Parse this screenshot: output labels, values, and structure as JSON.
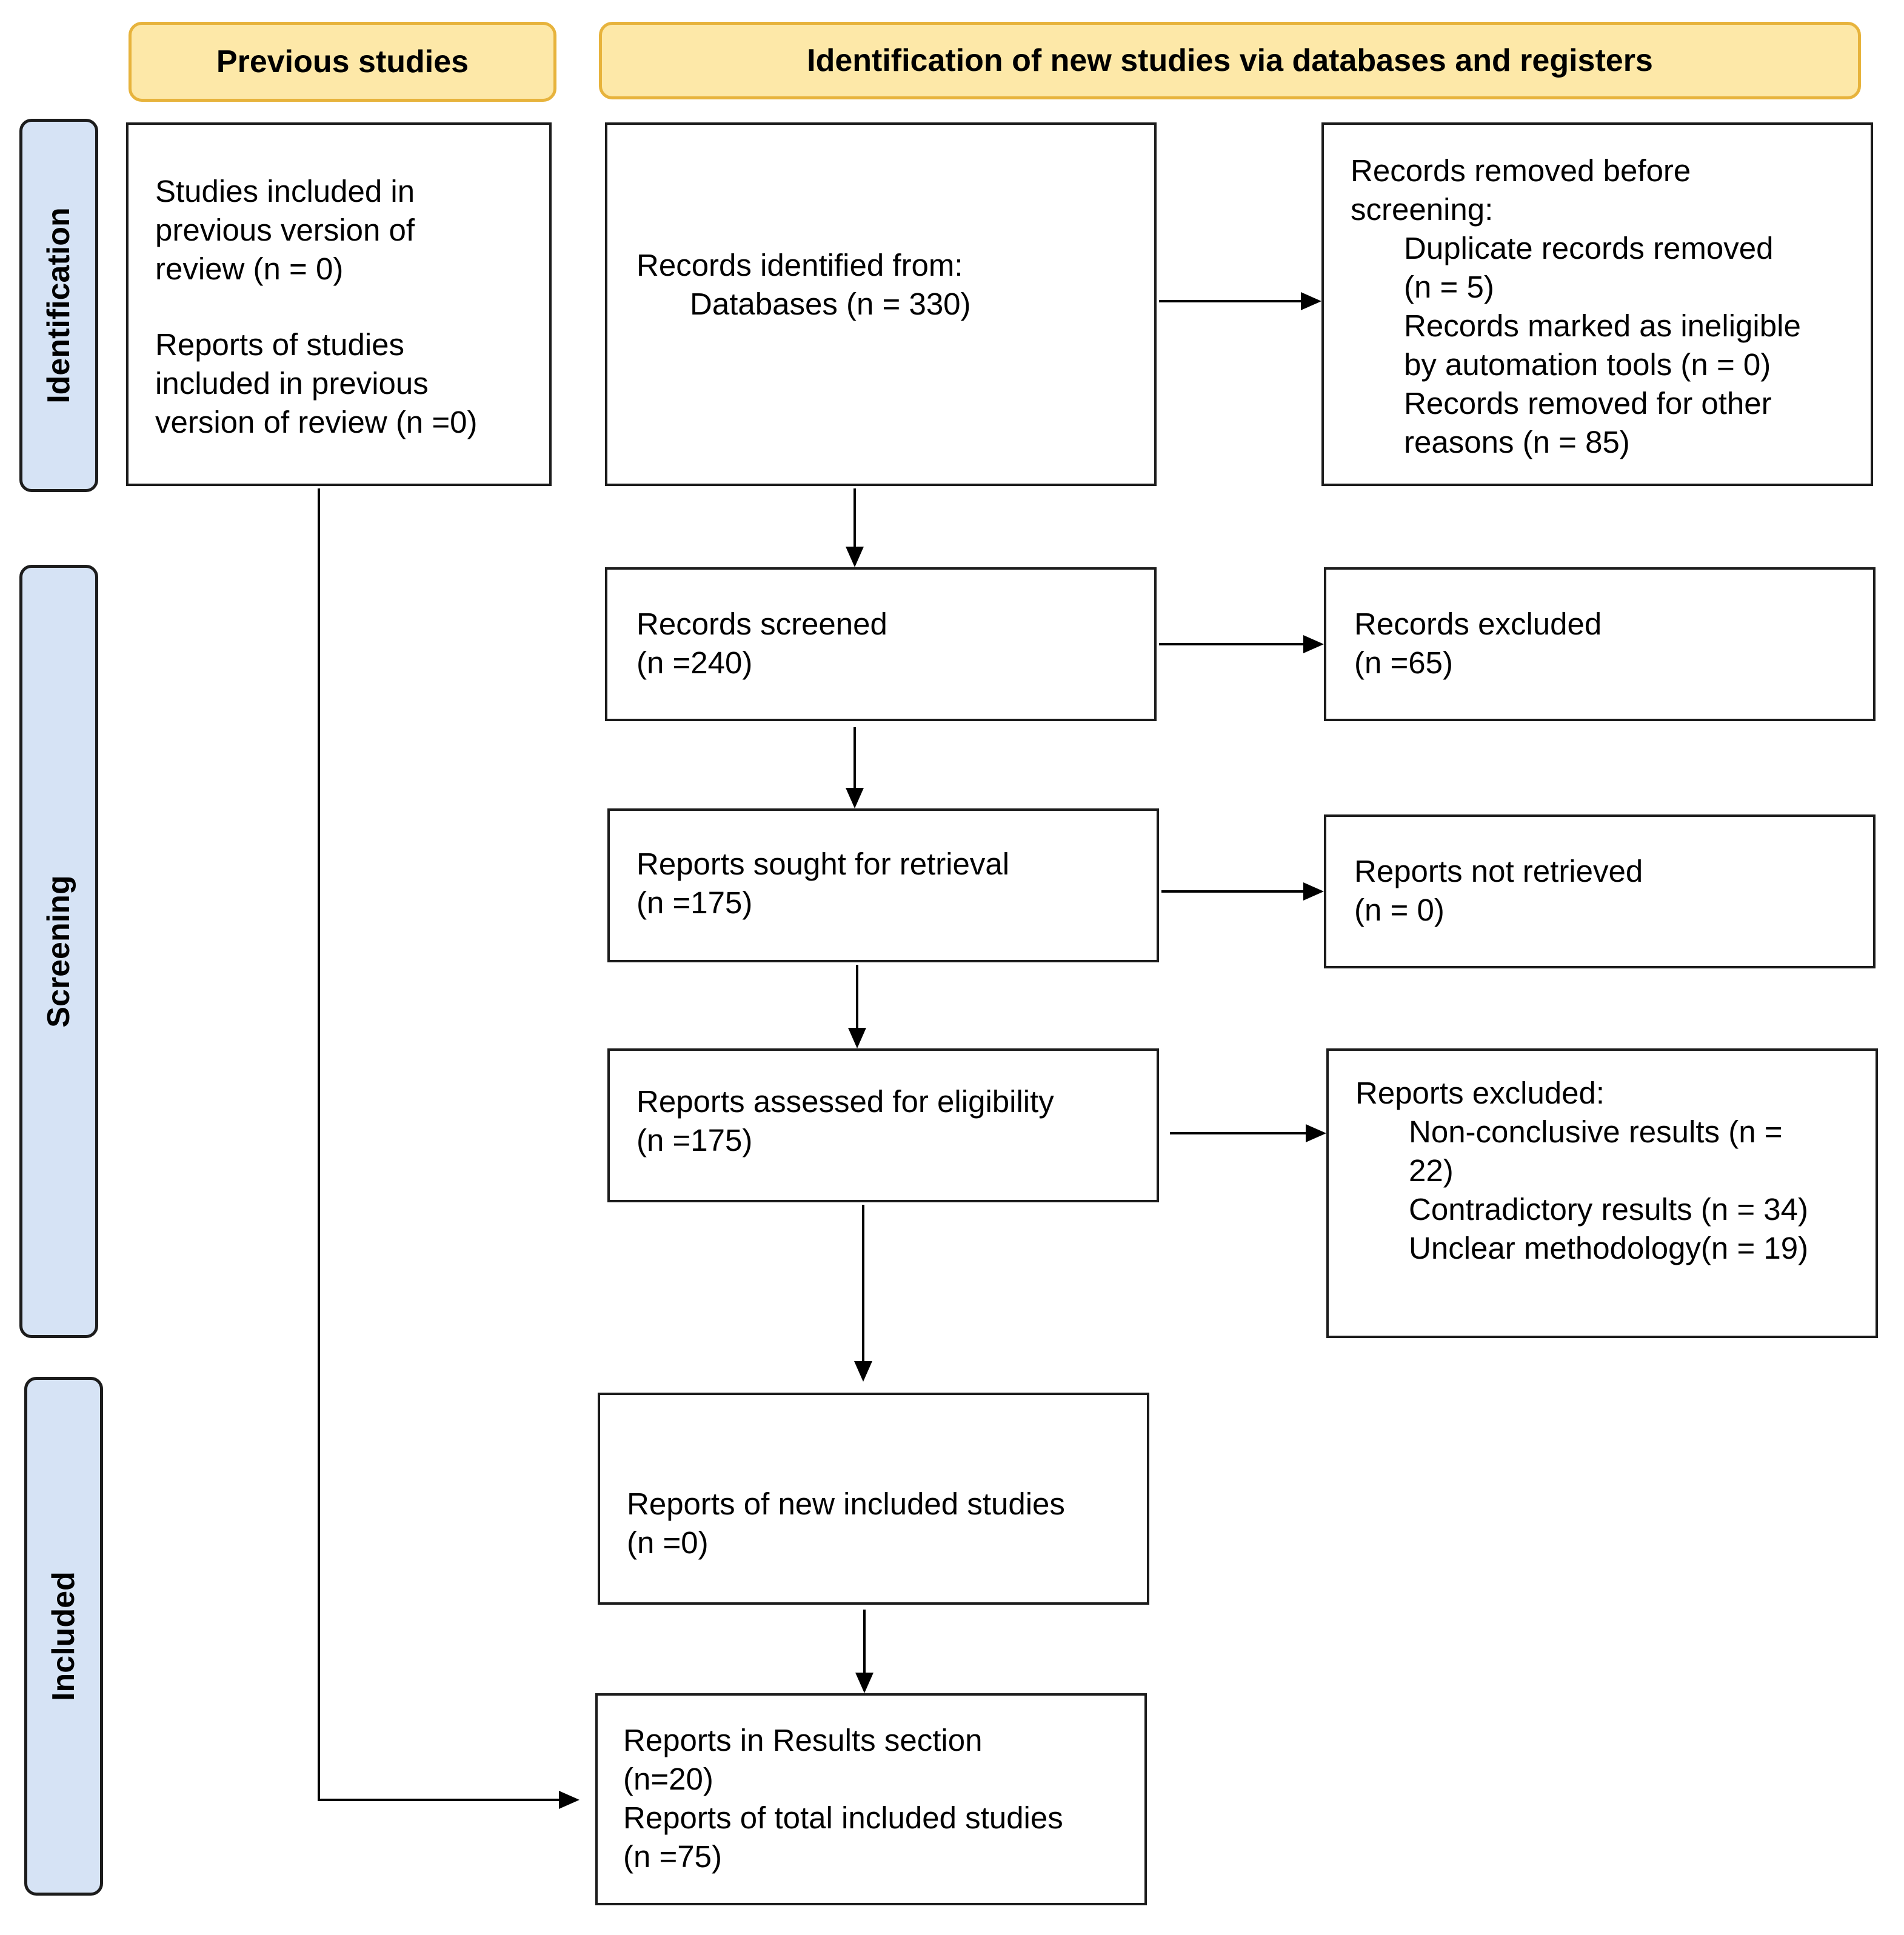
{
  "headers": {
    "previous": "Previous studies",
    "new": "Identification of new studies via databases and registers"
  },
  "phases": {
    "identification": "Identification",
    "screening": "Screening",
    "included": "Included"
  },
  "boxes": {
    "previous_studies": [
      "Studies included in",
      "previous version of",
      "review (n = 0)",
      "Reports of studies",
      "included in previous",
      "version of review (n =0)"
    ],
    "records_identified": {
      "title": "Records identified from:",
      "databases": "Databases (n = 330)"
    },
    "records_removed": {
      "title1": "Records removed before",
      "title2": "screening:",
      "items": [
        "Duplicate records removed",
        "(n = 5)",
        "Records marked as ineligible",
        "by automation tools (n = 0)",
        "Records removed for other",
        "reasons (n = 85)"
      ]
    },
    "records_screened": [
      "Records screened",
      "(n =240)"
    ],
    "records_excluded": [
      "Records excluded",
      "(n =65)"
    ],
    "reports_sought": [
      "Reports sought for retrieval",
      "(n =175)"
    ],
    "reports_not_retrieved": [
      "Reports not retrieved",
      "(n = 0)"
    ],
    "reports_assessed": [
      "Reports assessed for eligibility",
      "(n =175)"
    ],
    "reports_excluded": {
      "title": "Reports excluded:",
      "items": [
        "Non-conclusive results (n =",
        "22)",
        "Contradictory results (n = 34)",
        "Unclear methodology(n = 19)"
      ]
    },
    "new_included": [
      "Reports of new included studies",
      "(n =0)"
    ],
    "results_section": [
      "Reports in Results section",
      "(n=20)",
      "Reports of total included studies",
      "(n =75)"
    ]
  }
}
